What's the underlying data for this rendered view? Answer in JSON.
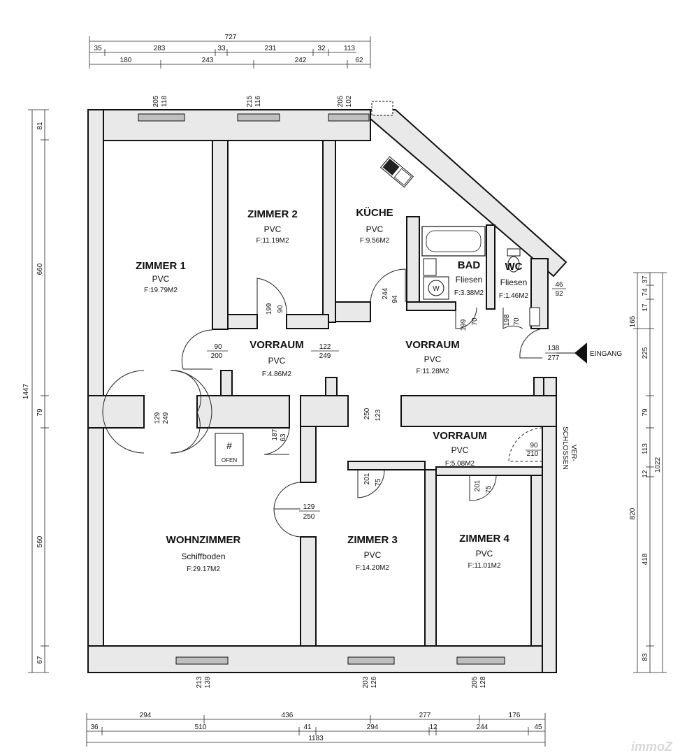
{
  "rooms": [
    {
      "id": "zimmer1",
      "name": "ZIMMER 1",
      "material": "PVC",
      "area": "F:19.79M2"
    },
    {
      "id": "zimmer2",
      "name": "ZIMMER 2",
      "material": "PVC",
      "area": "F:11.19M2"
    },
    {
      "id": "kueche",
      "name": "KÜCHE",
      "material": "PVC",
      "area": "F:9.56M2"
    },
    {
      "id": "bad",
      "name": "BAD",
      "material": "Fliesen",
      "area": "F:3.38M2"
    },
    {
      "id": "wc",
      "name": "WC",
      "material": "Fliesen",
      "area": "F:1.46M2"
    },
    {
      "id": "vorraum1",
      "name": "VORRAUM",
      "material": "PVC",
      "area": "F:4.86M2"
    },
    {
      "id": "vorraum2",
      "name": "VORRAUM",
      "material": "PVC",
      "area": "F:11.28M2"
    },
    {
      "id": "vorraum3",
      "name": "VORRAUM",
      "material": "PVC",
      "area": "F:5.08M2"
    },
    {
      "id": "wohnzimmer",
      "name": "WOHNZIMMER",
      "material": "Schiffboden",
      "area": "F:29.17M2"
    },
    {
      "id": "zimmer3",
      "name": "ZIMMER 3",
      "material": "PVC",
      "area": "F:14.20M2"
    },
    {
      "id": "zimmer4",
      "name": "ZIMMER 4",
      "material": "PVC",
      "area": "F:11.01M2"
    }
  ],
  "labels": {
    "ofen": "OFEN",
    "eingang": "EINGANG",
    "verschlossen_1": "VER-",
    "verschlossen_2": "SCHLOSSEN",
    "watermark": "immoZ"
  },
  "dimensions": {
    "top_total": "727",
    "top_row1": [
      "35",
      "283",
      "33",
      "231",
      "32",
      "113"
    ],
    "top_row2": [
      "180",
      "243",
      "242",
      "62"
    ],
    "bottom_total": "1183",
    "bottom_row1": [
      "294",
      "436",
      "277",
      "176"
    ],
    "bottom_row2": [
      "36",
      "510",
      "41",
      "294",
      "12",
      "244",
      "45"
    ],
    "left_total": "1447",
    "left_parts": [
      "81",
      "660",
      "79",
      "560",
      "67"
    ],
    "right_total": "1022",
    "right_a": [
      "37",
      "74",
      "17",
      "225",
      "79",
      "113",
      "12",
      "418",
      "83"
    ],
    "right_b": [
      "165",
      "820"
    ],
    "windows_top": [
      [
        "205",
        "118"
      ],
      [
        "215",
        "116"
      ],
      [
        "205",
        "102"
      ]
    ],
    "windows_bottom": [
      [
        "213",
        "139"
      ],
      [
        "203",
        "126"
      ],
      [
        "205",
        "128"
      ]
    ],
    "doors": [
      [
        "199",
        "90"
      ],
      [
        "244",
        "94"
      ],
      [
        "199",
        "70"
      ],
      [
        "198",
        "70"
      ],
      [
        "90",
        "200"
      ],
      [
        "122",
        "249"
      ],
      [
        "138",
        "277"
      ],
      [
        "129",
        "249"
      ],
      [
        "187",
        "63"
      ],
      [
        "250",
        "123"
      ],
      [
        "90",
        "210"
      ],
      [
        "201",
        "75"
      ],
      [
        "201",
        "75"
      ],
      [
        "129",
        "250"
      ],
      [
        "46",
        "92"
      ]
    ]
  }
}
